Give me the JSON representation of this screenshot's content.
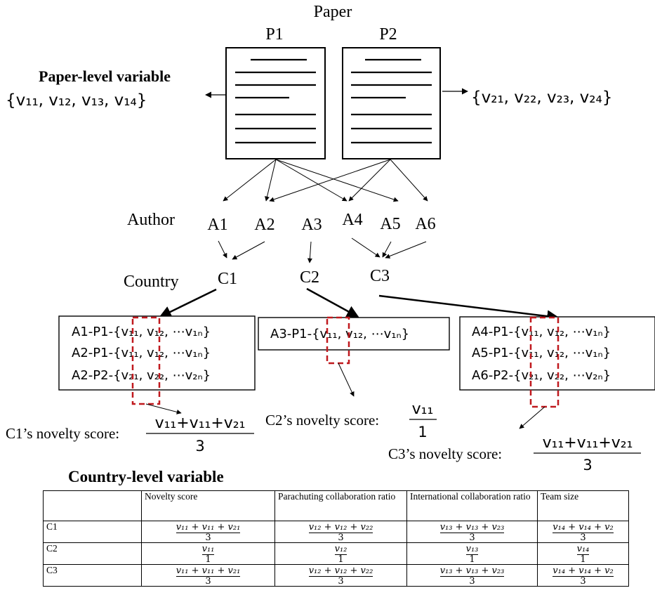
{
  "paper_header": "Paper",
  "papers": [
    {
      "id": "P1",
      "variables": "{v₁₁, v₁₂, v₁₃, v₁₄}"
    },
    {
      "id": "P2",
      "variables": "{v₂₁, v₂₂, v₂₃, v₂₄}"
    }
  ],
  "paper_level_label": "Paper-level variable",
  "author_label": "Author",
  "authors": [
    "A1",
    "A2",
    "A3",
    "A4",
    "A5",
    "A6"
  ],
  "country_label": "Country",
  "countries": [
    "C1",
    "C2",
    "C3"
  ],
  "country_boxes": [
    {
      "lines": [
        "A1-P1-{v₁₁, v₁₂, ⋯v₁ₙ}",
        "A2-P1-{v₁₁, v₁₂, ⋯v₁ₙ}",
        "A2-P2-{v₂₁, v₂₂, ⋯v₂ₙ}"
      ]
    },
    {
      "lines": [
        "A3-P1-{v₁₁, v₁₂, ⋯v₁ₙ}"
      ]
    },
    {
      "lines": [
        "A4-P1-{v₁₁, v₁₂, ⋯v₁ₙ}",
        "A5-P1-{v₁₁, v₁₂, ⋯v₁ₙ}",
        "A6-P2-{v₂₁, v₂₂, ⋯v₂ₙ}"
      ]
    }
  ],
  "novelty_scores": [
    {
      "label": "C1’s novelty score:",
      "numerator": "v₁₁+v₁₁+v₂₁",
      "denominator": "3"
    },
    {
      "label": "C2’s  novelty score:",
      "numerator": "v₁₁",
      "denominator": "1"
    },
    {
      "label": "C3’s novelty score:",
      "numerator": "v₁₁+v₁₁+v₂₁",
      "denominator": "3"
    }
  ],
  "country_level_label": "Country-level variable",
  "table": {
    "headers": [
      "",
      "Novelty score",
      "Parachuting collaboration ratio",
      "International collaboration ratio",
      "Team size"
    ],
    "rows": [
      {
        "country": "C1",
        "cells": [
          {
            "num": "v₁₁ + v₁₁ + v₂₁",
            "den": "3"
          },
          {
            "num": "v₁₂ + v₁₂ + v₂₂",
            "den": "3"
          },
          {
            "num": "v₁₃ + v₁₃ + v₂₃",
            "den": "3"
          },
          {
            "num": "v₁₄ + v₁₄ + v₂",
            "den": "3"
          }
        ]
      },
      {
        "country": "C2",
        "cells": [
          {
            "num": "v₁₁",
            "den": "1"
          },
          {
            "num": "v₁₂",
            "den": "1"
          },
          {
            "num": "v₁₃",
            "den": "1"
          },
          {
            "num": "v₁₄",
            "den": "1"
          }
        ]
      },
      {
        "country": "C3",
        "cells": [
          {
            "num": "v₁₁ + v₁₁ + v₂₁",
            "den": "3"
          },
          {
            "num": "v₁₂ + v₁₂ + v₂₂",
            "den": "3"
          },
          {
            "num": "v₁₃ + v₁₃ + v₂₃",
            "den": "3"
          },
          {
            "num": "v₁₄ + v₁₄ + v₂",
            "den": "3"
          }
        ]
      }
    ]
  }
}
